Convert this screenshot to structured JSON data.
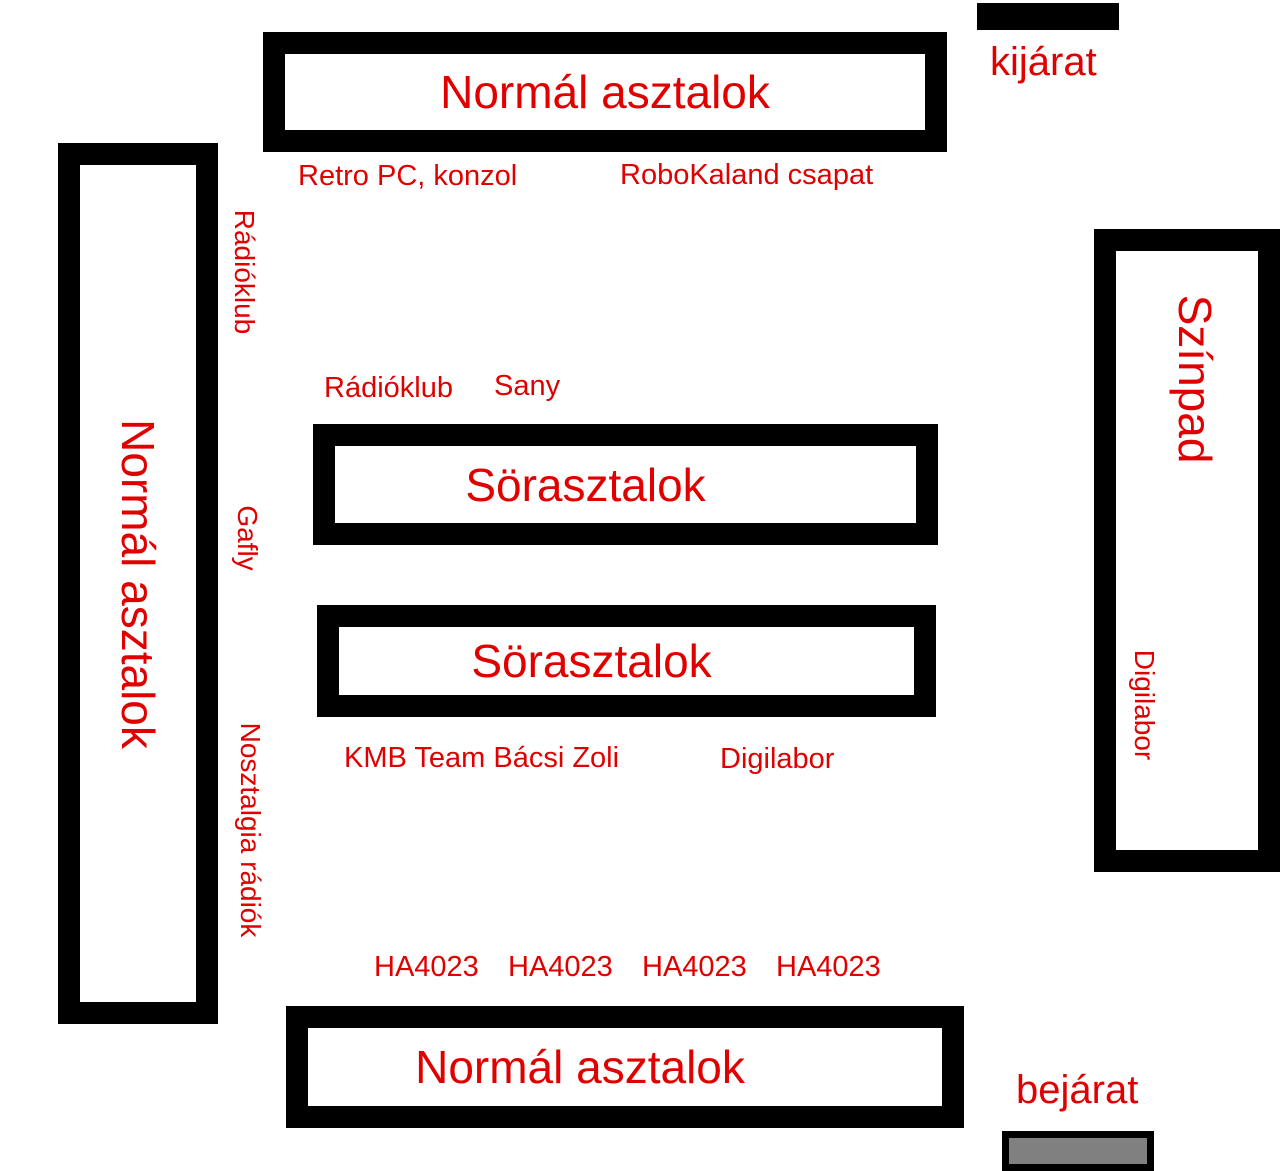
{
  "colors": {
    "label": "#e00000",
    "outline": "#000000",
    "entrance_bar": "#808080"
  },
  "tables": {
    "top": "Normál asztalok",
    "left": "Normál asztalok",
    "bottom": "Normál asztalok",
    "beer_upper": "Sörasztalok",
    "beer_lower": "Sörasztalok",
    "stage": "Színpad"
  },
  "doors": {
    "exit": "kijárat",
    "entrance": "bejárat"
  },
  "stands": {
    "retro": "Retro PC, konzol",
    "robokaland": "RoboKaland csapat",
    "radioklub_side": "Rádióklub",
    "radioklub": "Rádióklub",
    "sany": "Sany",
    "gafly": "Gafly",
    "nosztalgia": "Nosztalgia rádiók",
    "kmb": "KMB Team Bácsi Zoli",
    "digilabor_center": "Digilabor",
    "digilabor_stage": "Digilabor",
    "ha1": "HA4023",
    "ha2": "HA4023",
    "ha3": "HA4023",
    "ha4": "HA4023"
  }
}
